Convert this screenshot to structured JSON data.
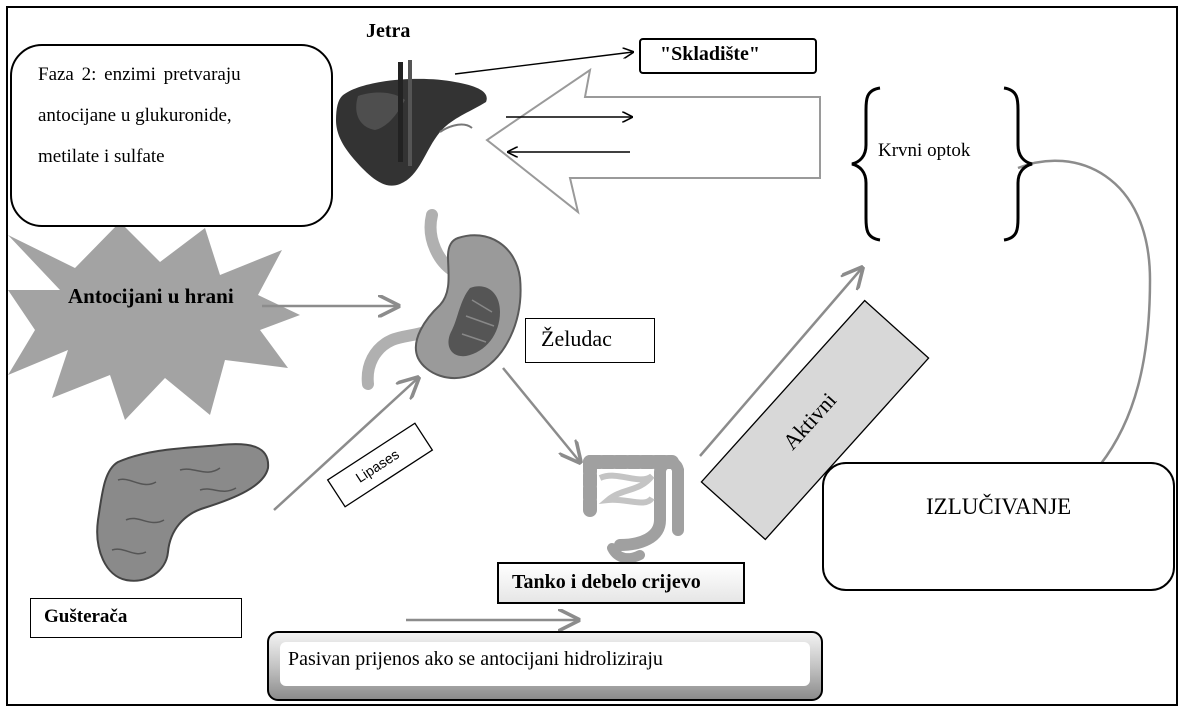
{
  "labels": {
    "jetra": "Jetra",
    "faza2": [
      "Faza 2: enzimi pretvaraju",
      "antocijane u glukuronide,",
      "metilate i sulfate"
    ],
    "skladiste": "\"Skladište\"",
    "krvni_optok": "Krvni optok",
    "antocijani_u_hrani": "Antocijani u hrani",
    "zeludac": "Želudac",
    "lipases": "Lipases",
    "aktivni": "Aktivni",
    "izlucivanje": "IZLUČIVANJE",
    "tanko_i_debelo_crijevo": "Tanko i debelo crijevo",
    "gusteraca": "Gušterača",
    "pasivan_prijenos": "Pasivan prijenos ako se antocijani hidroliziraju"
  },
  "colors": {
    "arrow_gray": "#8c8c8c",
    "burst_gray": "#a3a3a3",
    "organ_dark": "#3a3a3a",
    "organ_mid": "#8a8a8a",
    "organ_light": "#cfcfcf"
  },
  "icons": {
    "liver": "liver-icon",
    "stomach": "stomach-icon",
    "pancreas": "pancreas-icon",
    "intestine": "intestine-icon",
    "burst": "starburst-shape"
  }
}
